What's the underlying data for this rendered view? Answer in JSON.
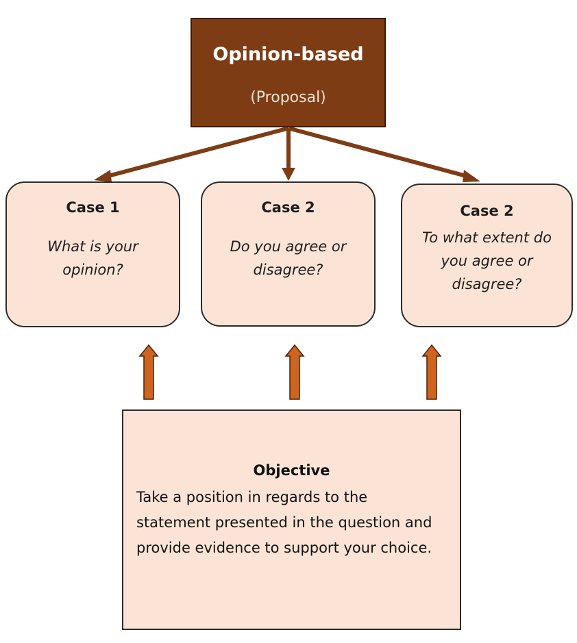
{
  "diagram": {
    "top": {
      "title": "Opinion-based",
      "subtitle": "(Proposal)"
    },
    "cases": [
      {
        "title": "Case 1",
        "question": "What is your opinion?"
      },
      {
        "title": "Case 2",
        "question": "Do you agree or disagree?"
      },
      {
        "title": "Case 2",
        "question": "To what extent do you agree or disagree?"
      }
    ],
    "objective": {
      "title": "Objective",
      "text": "Take a position in regards to the statement presented in the question and provide evidence to support your choice."
    },
    "colors": {
      "top_box_fill": "#7e3c15",
      "case_box_fill": "#fbe4d6",
      "arrow_color": "#7e3c15",
      "up_arrow_fill": "#cf6420"
    }
  }
}
